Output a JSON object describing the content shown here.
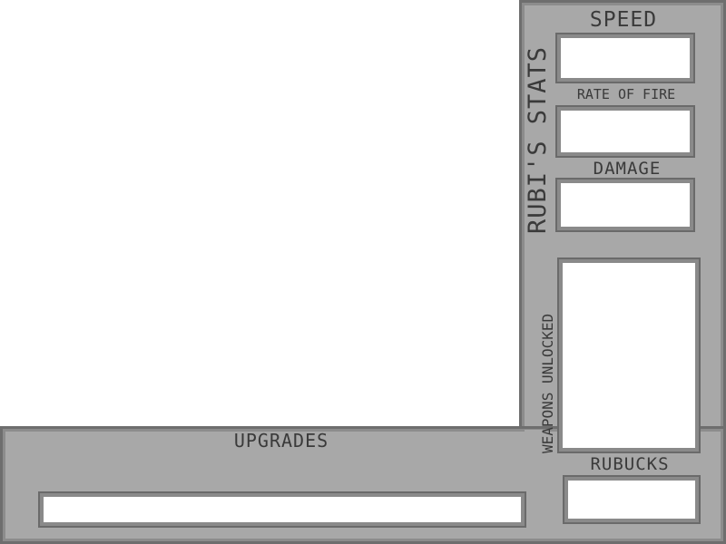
{
  "stats_panel": {
    "title": "RUBI'S STATS",
    "speed_label": "SPEED",
    "rate_of_fire_label": "RATE OF FIRE",
    "damage_label": "DAMAGE",
    "weapons_label": "WEAPONS UNLOCKED",
    "rubucks_label": "RUBUCKS"
  },
  "upgrades_panel": {
    "title": "UPGRADES"
  },
  "colors": {
    "panel": "#a8a8a8",
    "panel_border": "#6e6e6e",
    "text": "#3a3a3a",
    "field": "#ffffff"
  }
}
